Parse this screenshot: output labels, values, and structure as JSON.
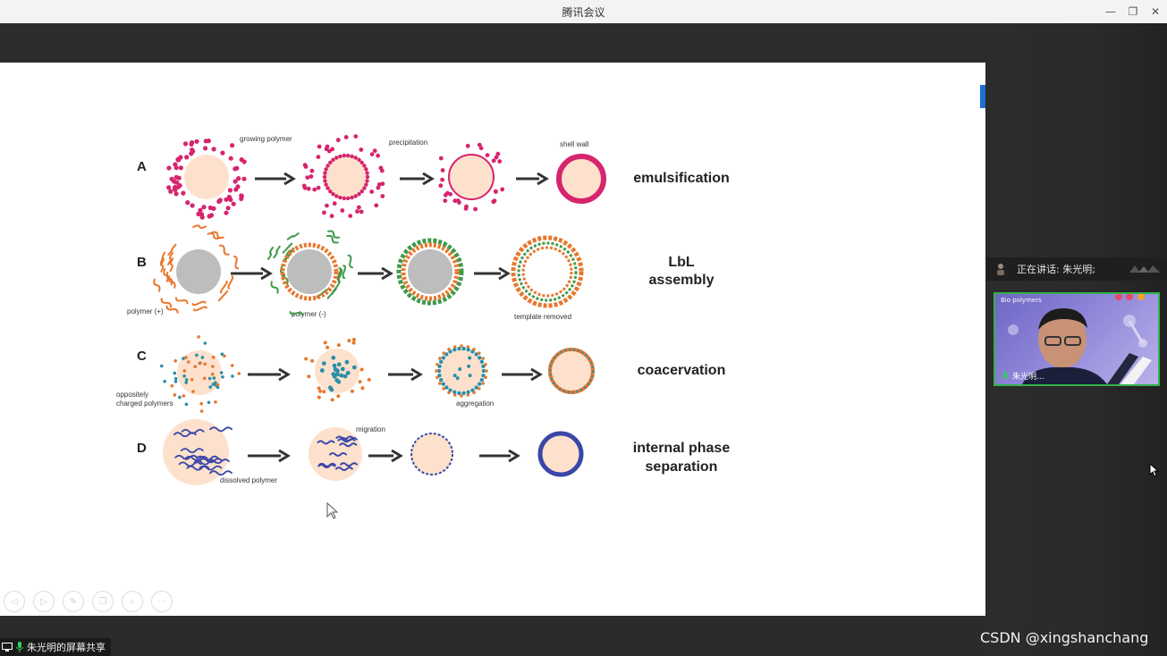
{
  "window": {
    "title": "腾讯会议"
  },
  "window_controls": {
    "minimize": "—",
    "restore": "❐",
    "close": "✕"
  },
  "slide": {
    "rows": [
      {
        "letter": "A",
        "name": "emulsification",
        "name_line2": "",
        "annotations": [
          "growing polymer",
          "precipitation",
          "shell wall"
        ]
      },
      {
        "letter": "B",
        "name": "LbL",
        "name_line2": "assembly",
        "annotations": [
          "polymer (+)",
          "polymer (-)",
          "template removed"
        ]
      },
      {
        "letter": "C",
        "name": "coacervation",
        "name_line2": "",
        "annotations": [
          "oppositely",
          "charged polymers",
          "aggregation"
        ]
      },
      {
        "letter": "D",
        "name": "internal phase",
        "name_line2": "separation",
        "annotations": [
          "migration",
          "dissolved polymer"
        ]
      }
    ],
    "colors": {
      "core": "#fde1cc",
      "magenta": "#d6246e",
      "grey_core": "#bdbdbd",
      "orange": "#e8772e",
      "green": "#3f9a4a",
      "teal": "#2a8fa8",
      "navy": "#3a47a8"
    }
  },
  "toolbar": {
    "icons": [
      "prev-icon",
      "next-icon",
      "pen-icon",
      "copy-icon",
      "zoom-icon",
      "more-icon"
    ]
  },
  "sidebar": {
    "speaking_label": "正在讲话: 朱光明;",
    "video": {
      "name": "朱光明...",
      "header": "Bio polymers"
    }
  },
  "share_label": "朱光明的屏幕共享",
  "watermark": "CSDN @xingshanchang"
}
